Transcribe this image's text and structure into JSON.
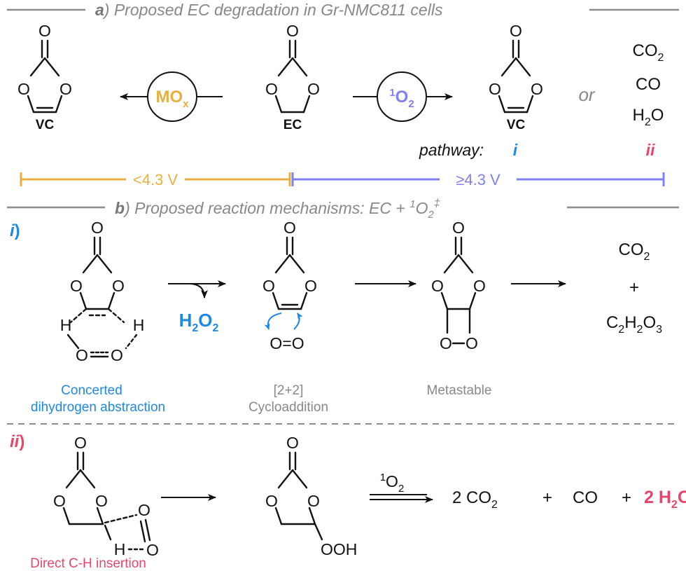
{
  "section_a": {
    "letter": "a",
    "title": ") Proposed EC degradation in Gr-NMC811 cells"
  },
  "section_b": {
    "letter": "b",
    "title_pre": ") Proposed reaction mechanisms: EC + ",
    "title_sup1": "1",
    "title_o": "O",
    "title_sub2": "2",
    "title_sup_dagger": "‡"
  },
  "atoms": {
    "o": "O",
    "h": "H",
    "oh_group": "OOH"
  },
  "molecule_labels": {
    "vc": "VC",
    "ec": "EC"
  },
  "reagents": {
    "mox_main": "MO",
    "mox_sub": "x",
    "singlet_sup": "1",
    "singlet_o": "O",
    "singlet_sub": "2"
  },
  "products_a": {
    "or": "or",
    "co2_main": "CO",
    "co2_sub": "2",
    "co": "CO",
    "h2o_h": "H",
    "h2o_sub": "2",
    "h2o_o": "O"
  },
  "pathways": {
    "label": "pathway:",
    "i": "i",
    "ii": "ii"
  },
  "voltage": {
    "low": "<4.3 V",
    "high": "≥4.3 V"
  },
  "mechanism_i": {
    "marker": "i",
    "marker_paren": ")",
    "byproduct_main": "H",
    "byproduct_sub1": "2",
    "byproduct_o": "O",
    "byproduct_sub2": "2",
    "oxygen_label": "O=O",
    "captions": {
      "abstraction_line1": "Concerted",
      "abstraction_line2": "dihydrogen abstraction",
      "cyclo_line1": "[2+2]",
      "cyclo_line2": "Cycloaddition",
      "metastable": "Metastable"
    },
    "products": {
      "co2_main": "CO",
      "co2_sub": "2",
      "plus": "+",
      "c2_c": "C",
      "c2_sub1": "2",
      "c2_h": "H",
      "c2_sub2": "2",
      "c2_o": "O",
      "c2_sub3": "3"
    }
  },
  "mechanism_ii": {
    "marker": "ii",
    "marker_paren": ")",
    "caption": "Direct C-H insertion",
    "reagent_sup": "1",
    "reagent_o": "O",
    "reagent_sub": "2",
    "products": {
      "co2_coef": "2 CO",
      "co2_sub": "2",
      "plus1": "+",
      "co": "CO",
      "plus2": "+",
      "h2o_coef": "2 H",
      "h2o_sub": "2",
      "h2o_o": "O"
    }
  },
  "colors": {
    "gray": "#888888",
    "gold": "#E8B040",
    "purple": "#8080F0",
    "blue": "#1E88E5",
    "pink": "#E8456A",
    "black": "#111111"
  }
}
